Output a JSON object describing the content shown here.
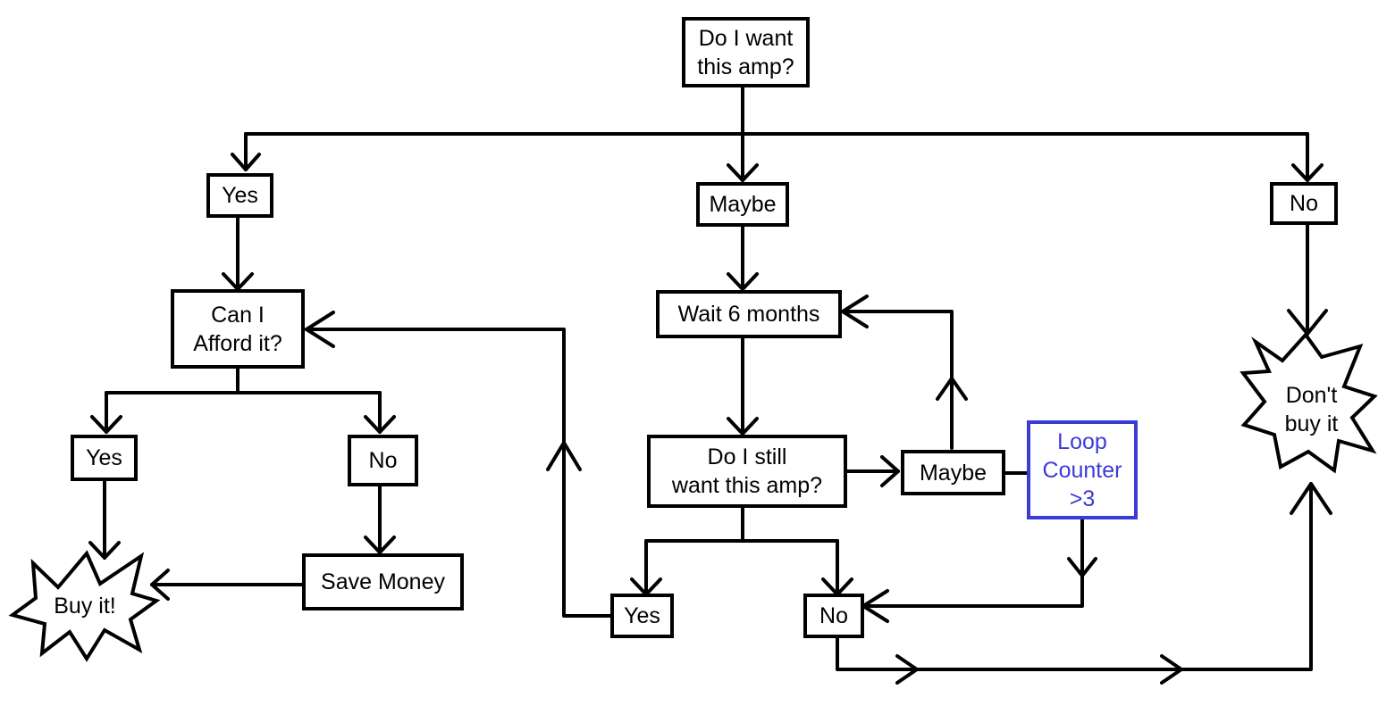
{
  "nodes": {
    "top_question": "Do I want\nthis amp?",
    "yes_1": "Yes",
    "maybe_1": "Maybe",
    "no_1": "No",
    "afford": "Can I\nAfford it?",
    "wait": "Wait 6 months",
    "yes_2": "Yes",
    "no_2": "No",
    "still_want": "Do I still\nwant this amp?",
    "maybe_2": "Maybe",
    "loop_counter": "Loop\nCounter\n>3",
    "save_money": "Save Money",
    "yes_3": "Yes",
    "no_3": "No",
    "buy_it": "Buy it!",
    "dont_buy": "Don't\nbuy it"
  },
  "colors": {
    "line": "#000000",
    "loop_counter": "#3b3bd6"
  }
}
